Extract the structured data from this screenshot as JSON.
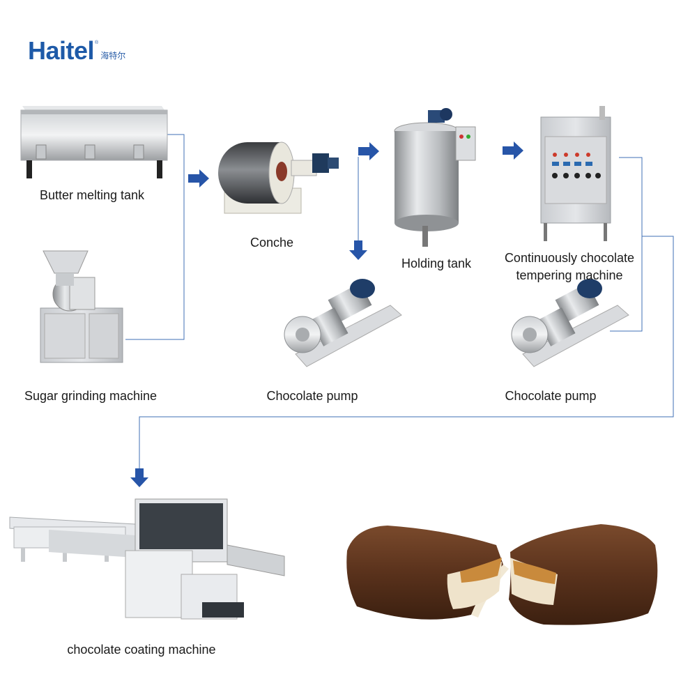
{
  "brand": {
    "name": "Haitel",
    "chinese": "海特尔",
    "registered": "®",
    "color": "#1e5aa8"
  },
  "colors": {
    "arrow": "#2755a8",
    "line": "#3f6fb6"
  },
  "stages": {
    "butter_melting_tank": "Butter melting tank",
    "sugar_grinding_machine": "Sugar grinding machine",
    "conche": "Conche",
    "chocolate_pump_1": "Chocolate pump",
    "holding_tank": "Holding tank",
    "tempering_machine_line1": "Continuously chocolate",
    "tempering_machine_line2": "tempering machine",
    "chocolate_pump_2": "Chocolate pump",
    "coating_machine": "chocolate coating machine"
  }
}
